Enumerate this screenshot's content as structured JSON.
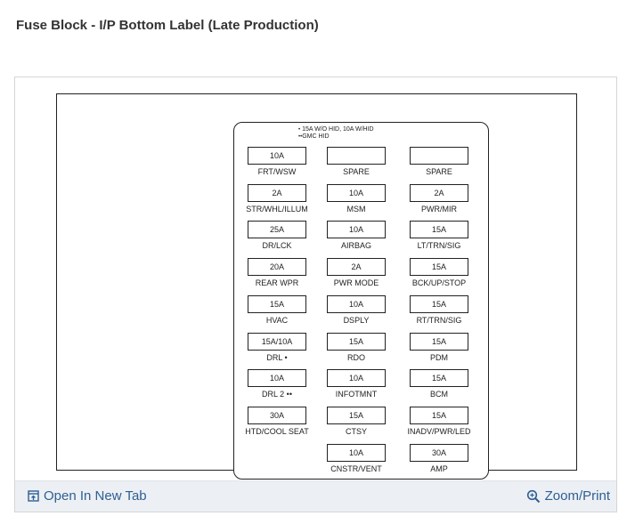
{
  "page": {
    "title": "Fuse Block - I/P Bottom Label (Late Production)"
  },
  "legend": {
    "line1_symbol": "•",
    "line1_text": "15A W/O HID, 10A W/HID",
    "line2_symbol": "••",
    "line2_text": "GMC HID"
  },
  "fuses": [
    {
      "rating": "10A",
      "label": "FRT/WSW"
    },
    {
      "rating": "",
      "label": "SPARE"
    },
    {
      "rating": "",
      "label": "SPARE"
    },
    {
      "rating": "2A",
      "label": "STR/WHL/ILLUM"
    },
    {
      "rating": "10A",
      "label": "MSM"
    },
    {
      "rating": "2A",
      "label": "PWR/MIR"
    },
    {
      "rating": "25A",
      "label": "DR/LCK"
    },
    {
      "rating": "10A",
      "label": "AIRBAG"
    },
    {
      "rating": "15A",
      "label": "LT/TRN/SIG"
    },
    {
      "rating": "20A",
      "label": "REAR WPR"
    },
    {
      "rating": "2A",
      "label": "PWR MODE"
    },
    {
      "rating": "15A",
      "label": "BCK/UP/STOP"
    },
    {
      "rating": "15A",
      "label": "HVAC"
    },
    {
      "rating": "10A",
      "label": "DSPLY"
    },
    {
      "rating": "15A",
      "label": "RT/TRN/SIG"
    },
    {
      "rating": "15A/10A",
      "label": "DRL •"
    },
    {
      "rating": "15A",
      "label": "RDO"
    },
    {
      "rating": "15A",
      "label": "PDM"
    },
    {
      "rating": "10A",
      "label": "DRL 2 ••"
    },
    {
      "rating": "10A",
      "label": "INFOTMNT"
    },
    {
      "rating": "15A",
      "label": "BCM"
    },
    {
      "rating": "30A",
      "label": "HTD/COOL SEAT"
    },
    {
      "rating": "15A",
      "label": "CTSY"
    },
    {
      "rating": "15A",
      "label": "INADV/PWR/LED"
    },
    {
      "rating": "10A",
      "label": "CNSTR/VENT"
    },
    {
      "rating": "30A",
      "label": "AMP"
    }
  ],
  "footer": {
    "open_tab_label": "Open In New Tab",
    "open_tab_icon": "open-in-new-tab-icon",
    "zoom_label": "Zoom/Print",
    "zoom_icon": "magnifier-icon",
    "link_color": "#2f5e93"
  }
}
